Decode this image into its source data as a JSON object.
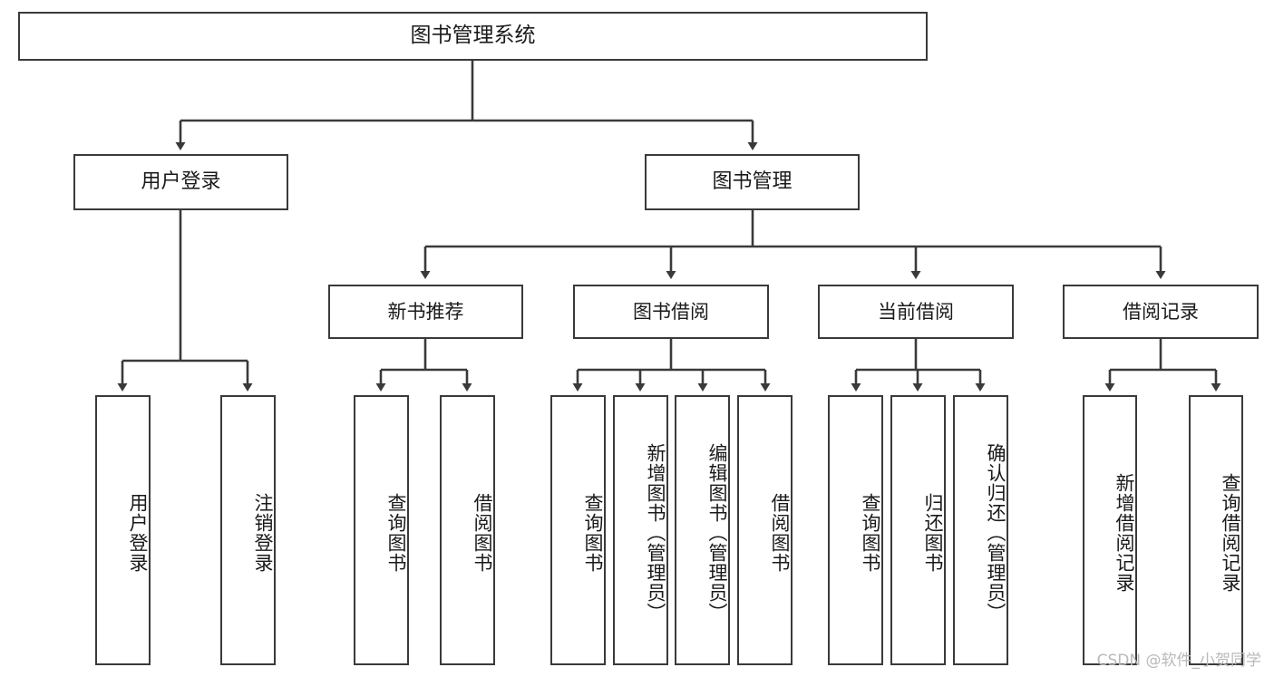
{
  "diagram": {
    "title": "图书管理系统",
    "type": "hierarchy-tree",
    "watermark": "CSDN @软件_小贺同学",
    "colors": {
      "node_border": "#3a3a3a",
      "node_fill": "#ffffff",
      "edge": "#3a3a3a",
      "text": "#1a1a1a",
      "watermark": "#b9b9b9"
    },
    "nodes": {
      "root": {
        "label": "图书管理系统"
      },
      "level2": [
        {
          "id": "user-login",
          "label": "用户登录"
        },
        {
          "id": "book-manage",
          "label": "图书管理"
        }
      ],
      "level3": [
        {
          "id": "new-book-recommend",
          "label": "新书推荐"
        },
        {
          "id": "book-borrow",
          "label": "图书借阅"
        },
        {
          "id": "current-borrow",
          "label": "当前借阅"
        },
        {
          "id": "borrow-record",
          "label": "借阅记录"
        }
      ],
      "leaves": [
        {
          "id": "leaf-user-login",
          "label": "用户登录",
          "parent": "user-login"
        },
        {
          "id": "leaf-logout",
          "label": "注销登录",
          "parent": "user-login"
        },
        {
          "id": "leaf-query-book-1",
          "label": "查询图书",
          "parent": "new-book-recommend"
        },
        {
          "id": "leaf-borrow-book-1",
          "label": "借阅图书",
          "parent": "new-book-recommend"
        },
        {
          "id": "leaf-query-book-2",
          "label": "查询图书",
          "parent": "book-borrow"
        },
        {
          "id": "leaf-add-book",
          "label": "新增图书（管理员）",
          "parent": "book-borrow"
        },
        {
          "id": "leaf-edit-book",
          "label": "编辑图书（管理员）",
          "parent": "book-borrow"
        },
        {
          "id": "leaf-borrow-book-2",
          "label": "借阅图书",
          "parent": "book-borrow"
        },
        {
          "id": "leaf-query-book-3",
          "label": "查询图书",
          "parent": "current-borrow"
        },
        {
          "id": "leaf-return-book",
          "label": "归还图书",
          "parent": "current-borrow"
        },
        {
          "id": "leaf-confirm-return",
          "label": "确认归还（管理员）",
          "parent": "current-borrow"
        },
        {
          "id": "leaf-add-record",
          "label": "新增借阅记录",
          "parent": "borrow-record"
        },
        {
          "id": "leaf-query-record",
          "label": "查询借阅记录",
          "parent": "borrow-record"
        }
      ]
    }
  }
}
